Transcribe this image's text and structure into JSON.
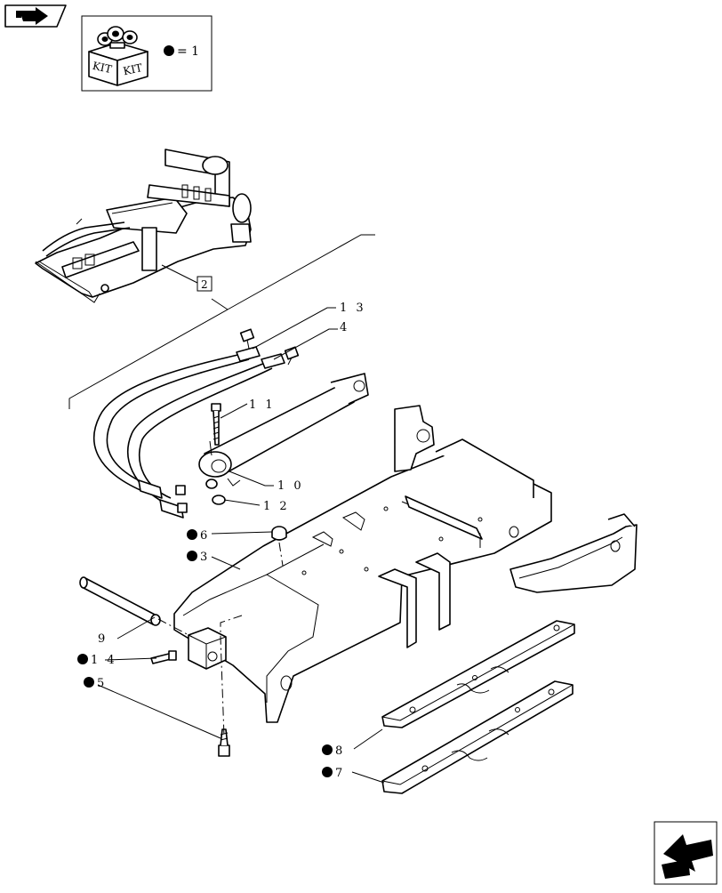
{
  "nav": {
    "prev_icon": "book-back-arrow-icon",
    "next_icon": "next-page-arrow-icon"
  },
  "kit": {
    "box_label_1": "KIT",
    "box_label_2": "KIT",
    "legend_text": "= 1"
  },
  "reference_box": "2",
  "callouts": {
    "c13": "1 3",
    "c4": "4",
    "c11": "1 1",
    "c10": "1 0",
    "c12": "1 2",
    "c6": "6",
    "c3": "3",
    "c9": "9",
    "c14": "1 4",
    "c5": "5",
    "c8": "8",
    "c7": "7"
  },
  "colors": {
    "ink": "#000000",
    "paper": "#ffffff"
  }
}
